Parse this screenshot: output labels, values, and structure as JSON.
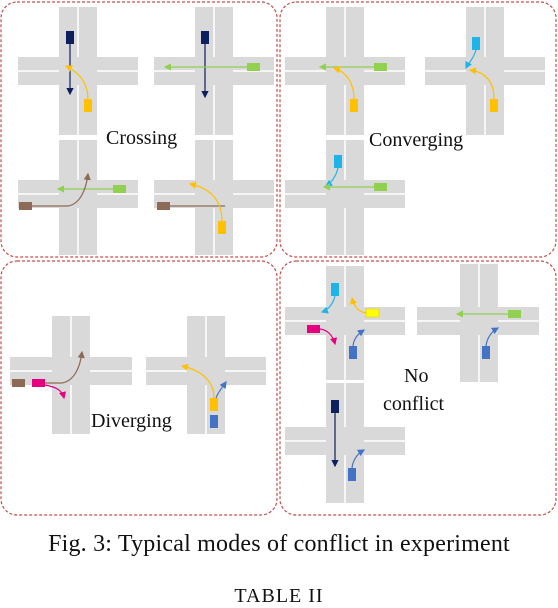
{
  "panels": {
    "crossing": {
      "label": "Crossing"
    },
    "converging": {
      "label": "Converging"
    },
    "diverging": {
      "label": "Diverging"
    },
    "no_conflict": {
      "label_line1": "No",
      "label_line2": "conflict"
    }
  },
  "caption": "Fig. 3: Typical modes of conflict in experiment",
  "next_caption": "TABLE II",
  "colors": {
    "panel_border": "#c0504d",
    "road": "#d9d9d9",
    "lane_line": "#ffffff",
    "dark_navy": "#0d1f5c",
    "green": "#92d050",
    "yellow": "#ffc000",
    "brown": "#8c6a55",
    "cyan": "#1fb4e8",
    "magenta": "#e6007e",
    "blue": "#4472c4",
    "bright_yellow": "#ffff00"
  }
}
